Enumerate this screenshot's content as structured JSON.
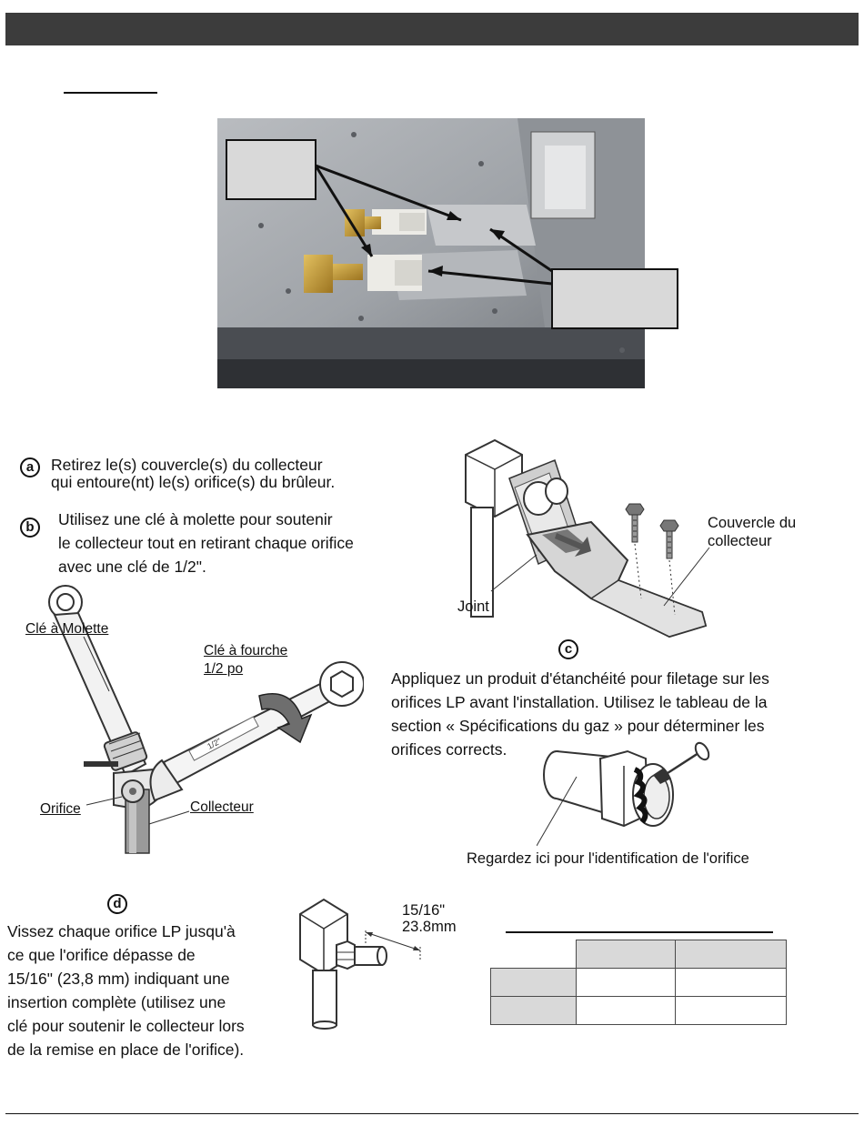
{
  "step_a": {
    "marker": "a",
    "lines": [
      "Retirez le(s) couvercle(s) du collecteur",
      "qui entoure(nt) le(s) orifice(s) du brûleur."
    ]
  },
  "step_b": {
    "marker": "b",
    "lines": [
      "Utilisez une clé à molette pour soutenir",
      "le collecteur tout en retirant chaque orifice",
      "avec une clé de 1/2\"."
    ]
  },
  "step_c": {
    "marker": "c",
    "lines": [
      "Appliquez un produit d'étanchéité pour filetage sur les",
      "orifices LP avant l'installation. Utilisez le tableau de la",
      "section « Spécifications du gaz » pour déterminer les",
      "orifices corrects."
    ]
  },
  "step_d": {
    "marker": "d",
    "lines": [
      "Vissez chaque orifice LP jusqu'à",
      "ce que l'orifice dépasse de",
      "15/16\" (23,8 mm) indiquant une",
      "insertion complète (utilisez une",
      "clé pour soutenir le collecteur lors",
      "de la remise en place de l'orifice)."
    ]
  },
  "wrench_figure": {
    "adjustable_wrench": "Clé à Molette",
    "open_end_wrench_line1": "Clé à fourche",
    "open_end_wrench_line2": "1/2 po",
    "orifice": "Orifice",
    "manifold": "Collecteur",
    "wrench_marking": "1/2\""
  },
  "cover_figure": {
    "cover_line1": "Couvercle du",
    "cover_line2": "collecteur",
    "gasket": "Joint"
  },
  "orifice_figure": {
    "identification": "Regardez ici pour l'identification de l'orifice"
  },
  "depth_figure": {
    "inches": "15/16\"",
    "millimeters": "23.8mm"
  },
  "colors": {
    "header_bar": "#3c3c3c",
    "callout_fill": "#d9d9d9",
    "table_header_fill": "#d9d9d9",
    "brass": "#c9a13a"
  }
}
